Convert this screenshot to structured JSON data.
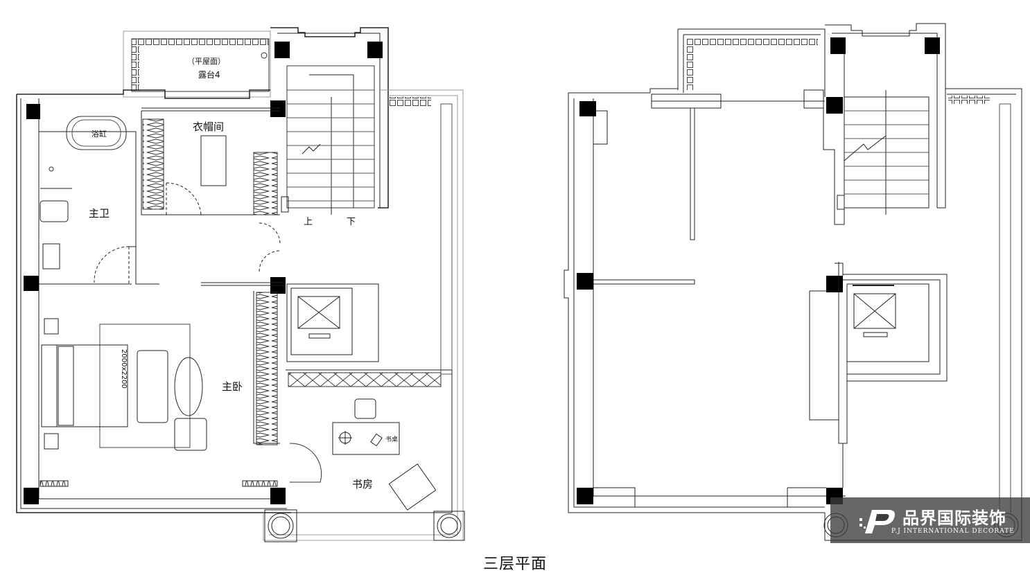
{
  "caption": "三层平面",
  "rooms": {
    "terrace_note": "（平屋面）",
    "terrace": "露台4",
    "bathtub": "浴缸",
    "cloakroom": "衣帽间",
    "master_bath": "主卫",
    "up": "上",
    "down": "下",
    "bed_size": "2000x2200",
    "master_bedroom": "主卧",
    "desk": "书桌",
    "study": "书房"
  },
  "watermark": {
    "name": "品界国际装饰",
    "sub": "P.J INTERNATIONAL DECORATE"
  }
}
